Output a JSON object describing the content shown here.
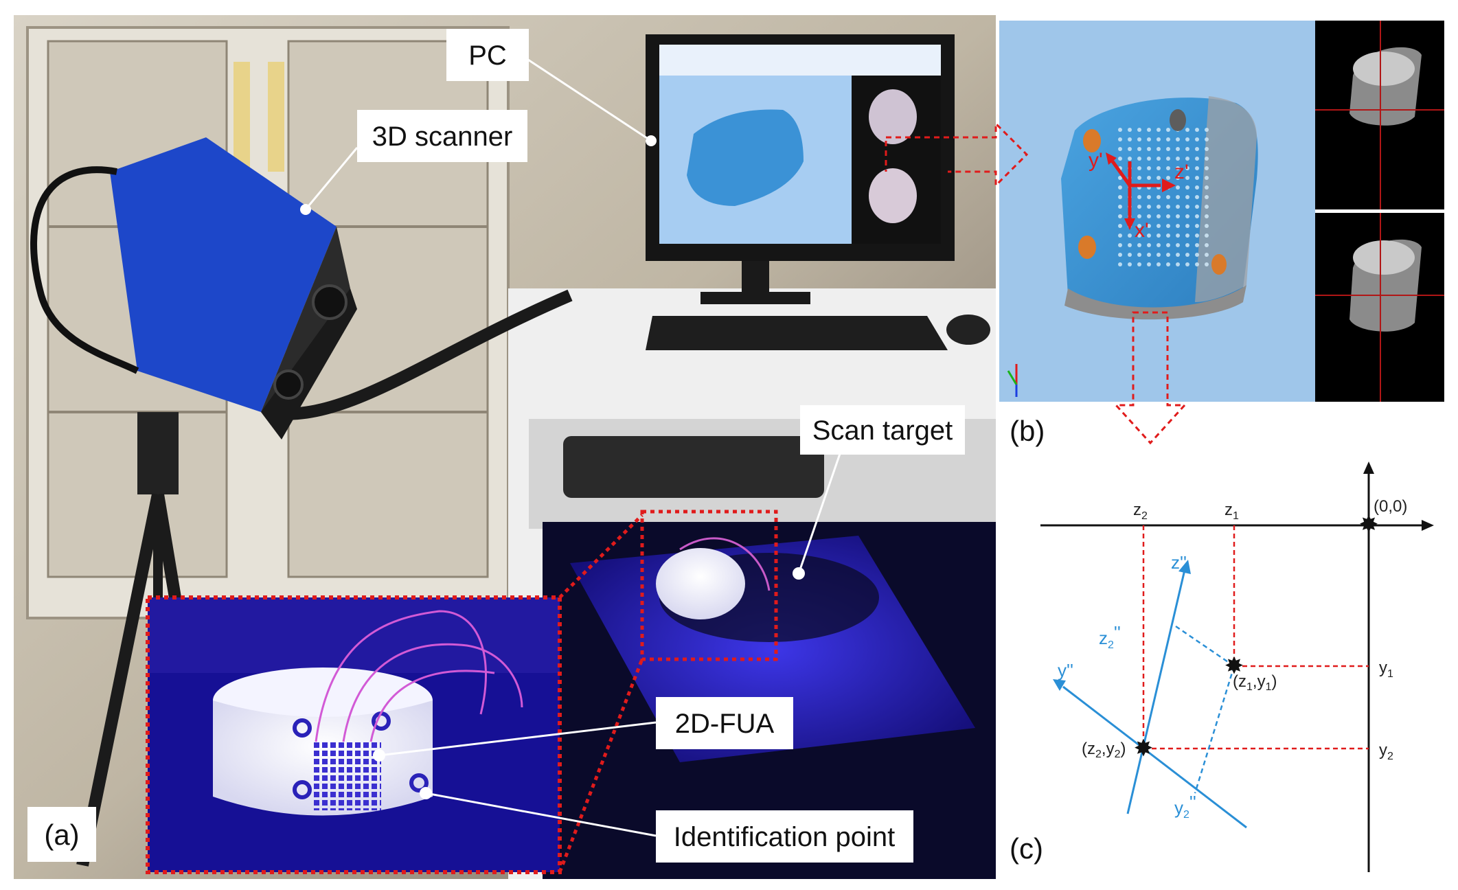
{
  "panel_a": {
    "callouts": {
      "pc": "PC",
      "scanner": "3D scanner",
      "scan_target": "Scan target",
      "fua": "2D-FUA",
      "identification": "Identification point"
    },
    "panel_label": "(a)"
  },
  "panel_b": {
    "axis_y": "y'",
    "axis_z": "z'",
    "axis_x": "x'",
    "panel_label": "(b)"
  },
  "panel_c": {
    "panel_label": "(c)",
    "origin_label": "(0,0)",
    "top_z2": "z",
    "top_z2_sub": "2",
    "top_z1": "z",
    "top_z1_sub": "1",
    "right_y1": "y",
    "right_y1_sub": "1",
    "right_y2": "y",
    "right_y2_sub": "2",
    "pt1": "(z",
    "pt1_sub1": "1",
    "pt1_mid": ",y",
    "pt1_sub2": "1",
    "pt1_end": ")",
    "pt2": "(z",
    "pt2_sub1": "2",
    "pt2_mid": ",y",
    "pt2_sub2": "2",
    "pt2_end": ")",
    "z_axis": "z''",
    "y_axis": "y''",
    "z2pp": "z",
    "z2pp_sub": "2",
    "z2pp_sup": "''",
    "y2pp": "y",
    "y2pp_sub": "2",
    "y2pp_sup": "''"
  }
}
